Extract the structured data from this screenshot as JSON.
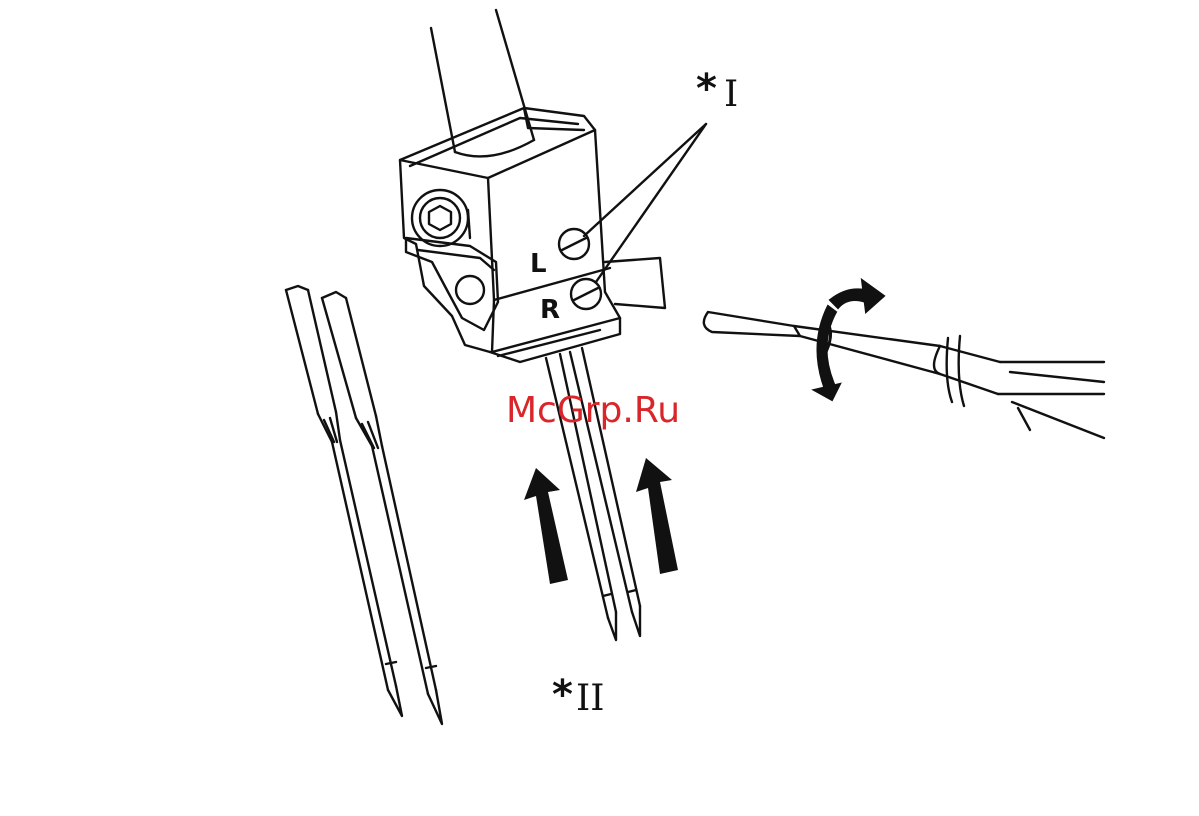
{
  "callouts": {
    "one": {
      "star": "*",
      "numeral": "I"
    },
    "two": {
      "star": "*",
      "numeral": "II"
    }
  },
  "screw_labels": {
    "left": "L",
    "right": "R"
  },
  "watermark": "McGrp.Ru",
  "colors": {
    "ink": "#111111",
    "watermark": "#d9262b",
    "background": "#ffffff"
  },
  "icons": {
    "rotation": "curved-double-arrow-icon",
    "insert": "up-arrow-icon"
  }
}
